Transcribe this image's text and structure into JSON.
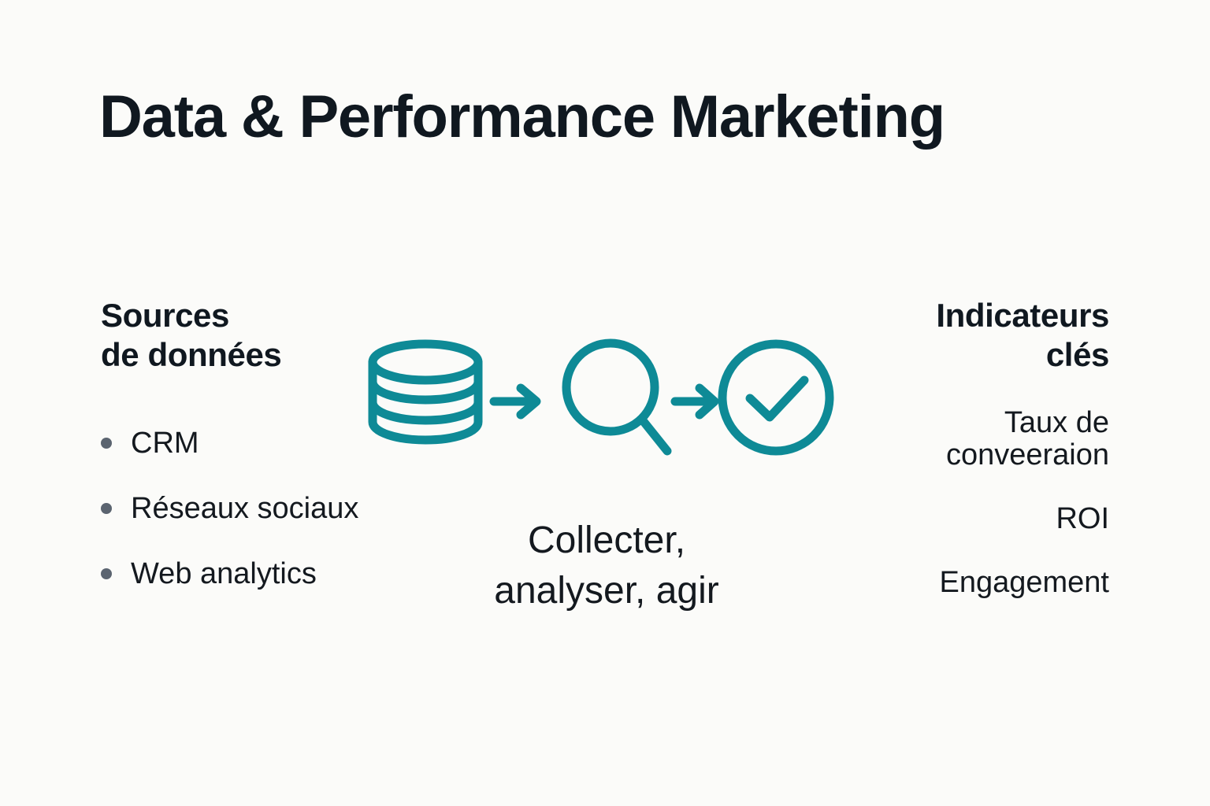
{
  "slide": {
    "title": "Data & Performance Marketing",
    "background_color": "#fbfbf9",
    "accent_color": "#0e8a96",
    "text_color": "#101820",
    "bullet_color": "#5b6470"
  },
  "left_column": {
    "heading_line1": "Sources",
    "heading_line2": "de données",
    "items": [
      {
        "label": "CRM"
      },
      {
        "label": "Réseaux sociaux"
      },
      {
        "label": "Web analytics"
      }
    ]
  },
  "center": {
    "icons": [
      {
        "name": "database-icon",
        "label": "Database"
      },
      {
        "name": "arrow-right-icon",
        "label": "Arrow"
      },
      {
        "name": "magnifier-icon",
        "label": "Magnifying glass"
      },
      {
        "name": "arrow-right-icon",
        "label": "Arrow"
      },
      {
        "name": "check-circle-icon",
        "label": "Check circle"
      }
    ],
    "caption_line1": "Collecter,",
    "caption_line2": "analyser, agir"
  },
  "right_column": {
    "heading_line1": "Indicateurs",
    "heading_line2": "clés",
    "items": [
      {
        "label": "Taux de conveeraion"
      },
      {
        "label": "ROI"
      },
      {
        "label": "Engagement"
      }
    ]
  }
}
